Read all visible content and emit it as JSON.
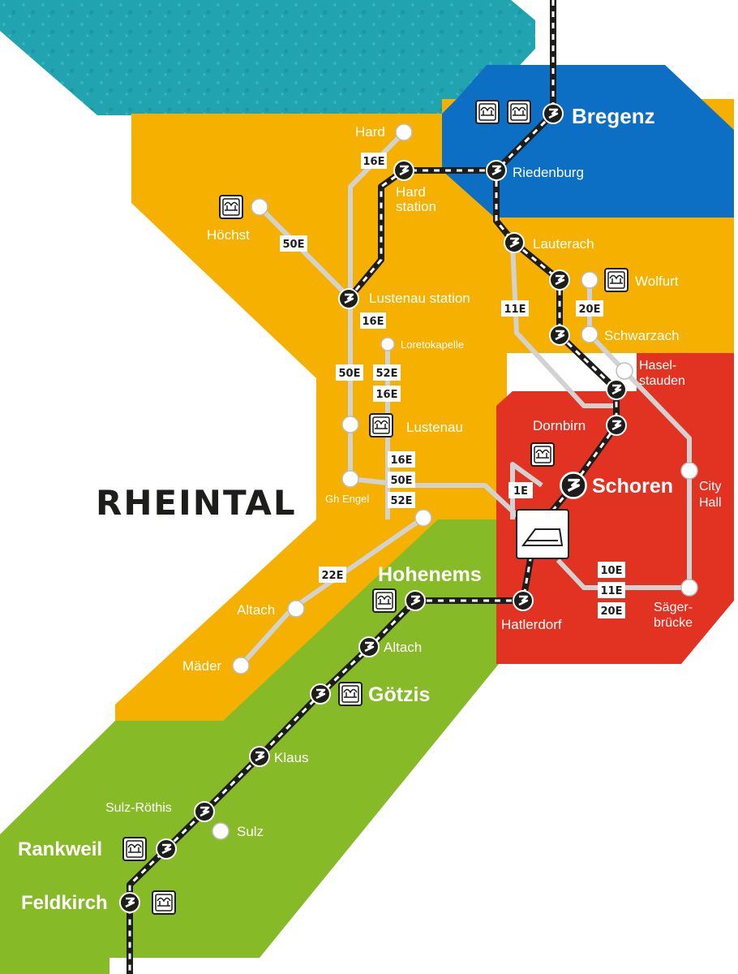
{
  "region_title": "RHEINTAL",
  "colors": {
    "water": "#21a3b0",
    "blue_zone": "#0c6fc4",
    "orange_zone": "#f6b000",
    "red_zone": "#e13222",
    "green_zone": "#86ba27",
    "bus_line": "#d2d2d2",
    "rail": "#1d1d1b"
  },
  "stations": {
    "bregenz": "Bregenz",
    "riedenburg": "Riedenburg",
    "hard": "Hard",
    "hard_station": [
      "Hard",
      "station"
    ],
    "hoechst": "Höchst",
    "lustenau_station": "Lustenau station",
    "loretokapelle": "Loretokapelle",
    "lustenau": "Lustenau",
    "gh_engel": "Gh Engel",
    "lauterach": "Lauterach",
    "wolfurt": "Wolfurt",
    "schwarzach": "Schwarzach",
    "haselstauden": [
      "Hasel-",
      "stauden"
    ],
    "dornbirn": "Dornbirn",
    "schoren": "Schoren",
    "city_hall": [
      "City",
      "Hall"
    ],
    "saegerbruecke": [
      "Säger-",
      "brücke"
    ],
    "hatlerdorf": "Hatlerdorf",
    "hohenems": "Hohenems",
    "altach_rail": "Altach",
    "altach_bus": "Altach",
    "maeder": "Mäder",
    "goetzis": "Götzis",
    "klaus": "Klaus",
    "sulz_roethis": "Sulz-Röthis",
    "sulz": "Sulz",
    "rankweil": "Rankweil",
    "feldkirch": "Feldkirch"
  },
  "badges": {
    "b16e_hard": "16E",
    "b50e_hoechst": "50E",
    "b11e_lauterach": "11E",
    "b20e_wolfurt": "20E",
    "b16e_lustenau_st": "16E",
    "b50e_lustenau": "50E",
    "b52e_lustenau": "52E",
    "b16e_lustenau2": "16E",
    "b16e_engel": "16E",
    "b50e_engel": "50E",
    "b52e_engel": "52E",
    "b1e": "1E",
    "b22e": "22E",
    "b10e": "10E",
    "b11e_dornbirn": "11E",
    "b20e_dornbirn": "20E"
  },
  "icons": {
    "bath": "bath-icon",
    "stadium": "stadium-icon",
    "cable_car": "cable-car-icon",
    "exhibition": "exhibition-hall-icon"
  }
}
